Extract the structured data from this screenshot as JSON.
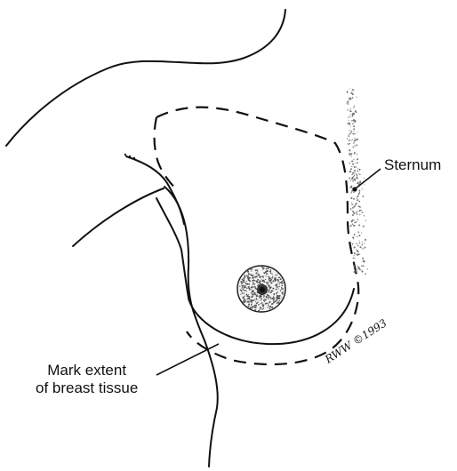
{
  "labels": {
    "sternum": "Sternum",
    "mark_extent_line1": "Mark extent",
    "mark_extent_line2": "of breast tissue"
  },
  "signature": "RWW ©1993",
  "icons": {
    "sternum_dot": "sternum-marker-icon"
  },
  "colors": {
    "ink": "#111111",
    "background": "#ffffff",
    "areola_stipple": "#555555",
    "sternum_stipple": "#777777"
  }
}
